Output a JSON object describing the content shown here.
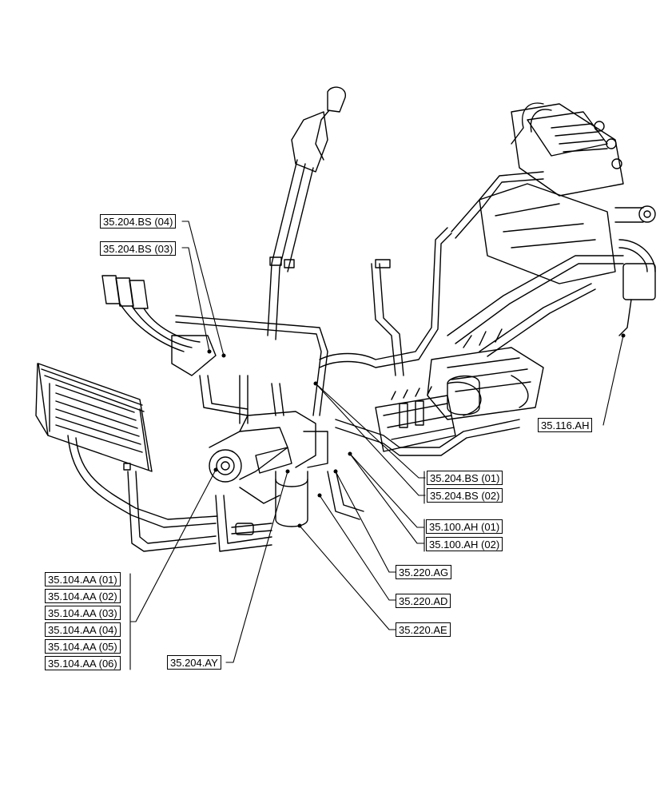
{
  "callouts": {
    "c_35_204_BS_04": "35.204.BS (04)",
    "c_35_204_BS_03": "35.204.BS (03)",
    "c_35_116_AH": "35.116.AH",
    "c_35_204_BS_01": "35.204.BS (01)",
    "c_35_204_BS_02": "35.204.BS (02)",
    "c_35_100_AH_01": "35.100.AH (01)",
    "c_35_100_AH_02": "35.100.AH (02)",
    "c_35_220_AG": "35.220.AG",
    "c_35_220_AD": "35.220.AD",
    "c_35_220_AE": "35.220.AE",
    "c_35_204_AY": "35.204.AY",
    "aa": [
      "35.104.AA (01)",
      "35.104.AA (02)",
      "35.104.AA (03)",
      "35.104.AA (04)",
      "35.104.AA (05)",
      "35.104.AA (06)"
    ]
  }
}
